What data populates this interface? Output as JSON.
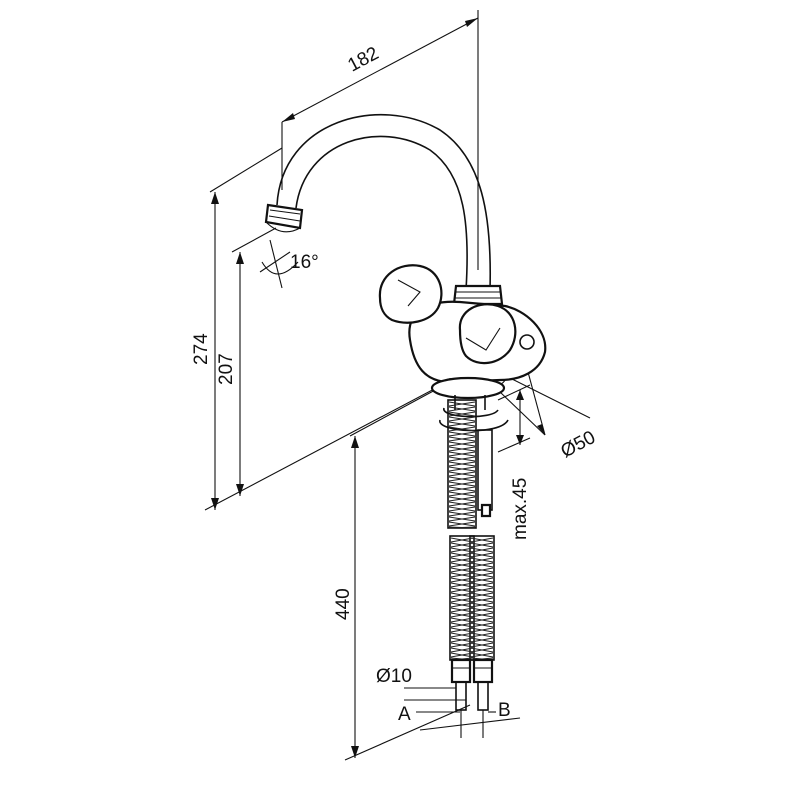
{
  "dimensions": {
    "width_182": "182",
    "height_274": "274",
    "height_207": "207",
    "length_440": "440",
    "angle_16": "16°",
    "diameter_50": "Ø50",
    "max_45": "max.45",
    "diameter_10": "Ø10"
  },
  "labels": {
    "inlet_a": "A",
    "inlet_b": "B"
  }
}
